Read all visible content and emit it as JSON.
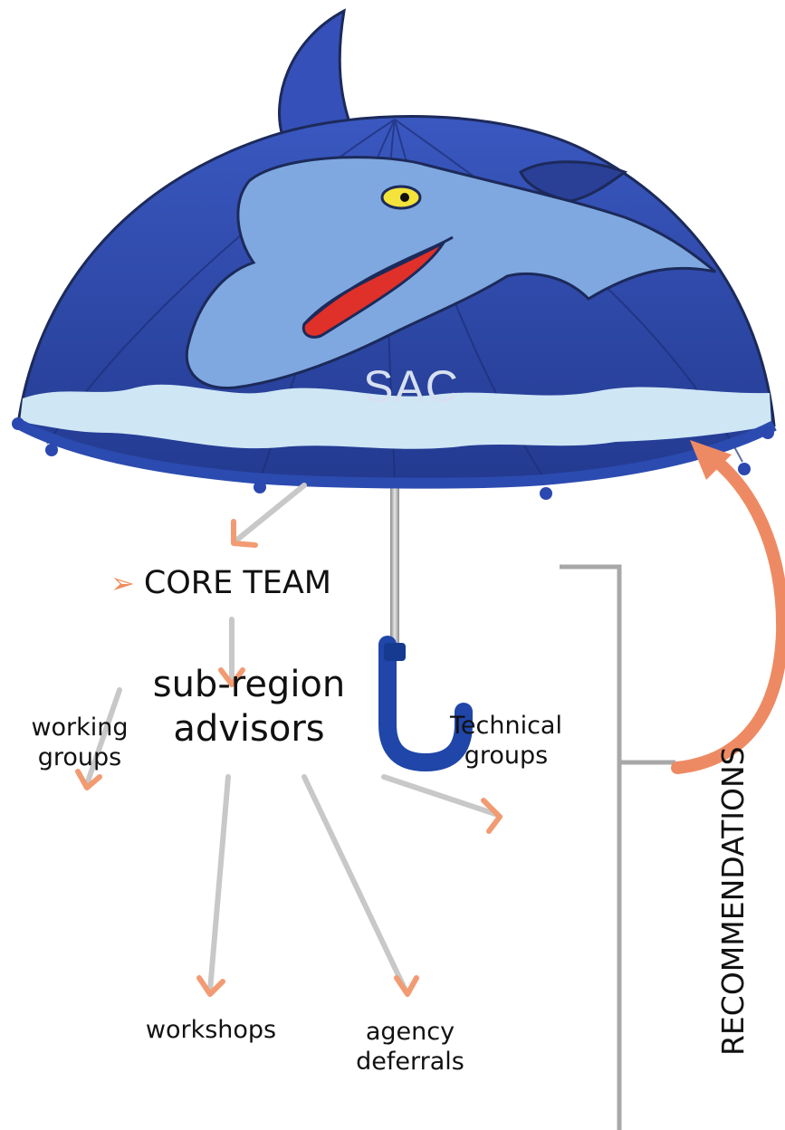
{
  "umbrella": {
    "label": "SAC",
    "colors": {
      "canopy_dark": "#2a3f96",
      "canopy_mid": "#3553b8",
      "wave_light": "#cfe6f5",
      "dolphin": "#7fa8e0",
      "mouth": "#e0302a",
      "handle": "#1f46a8"
    }
  },
  "nodes": {
    "core_team": "CORE TEAM",
    "subregion": [
      "sub-region",
      "advisors"
    ],
    "working_groups": [
      "working",
      "groups"
    ],
    "workshops": "workshops",
    "agency_deferrals": [
      "agency",
      "deferrals"
    ],
    "technical_groups": [
      "Technical",
      "groups"
    ]
  },
  "feedback_label": "RECOMMENDATIONS",
  "colors": {
    "arrow_shaft": "#c8c8c8",
    "arrow_head": "#f29b72",
    "feedback_arrow": "#ee8a63",
    "bracket": "#a8a8a8"
  }
}
